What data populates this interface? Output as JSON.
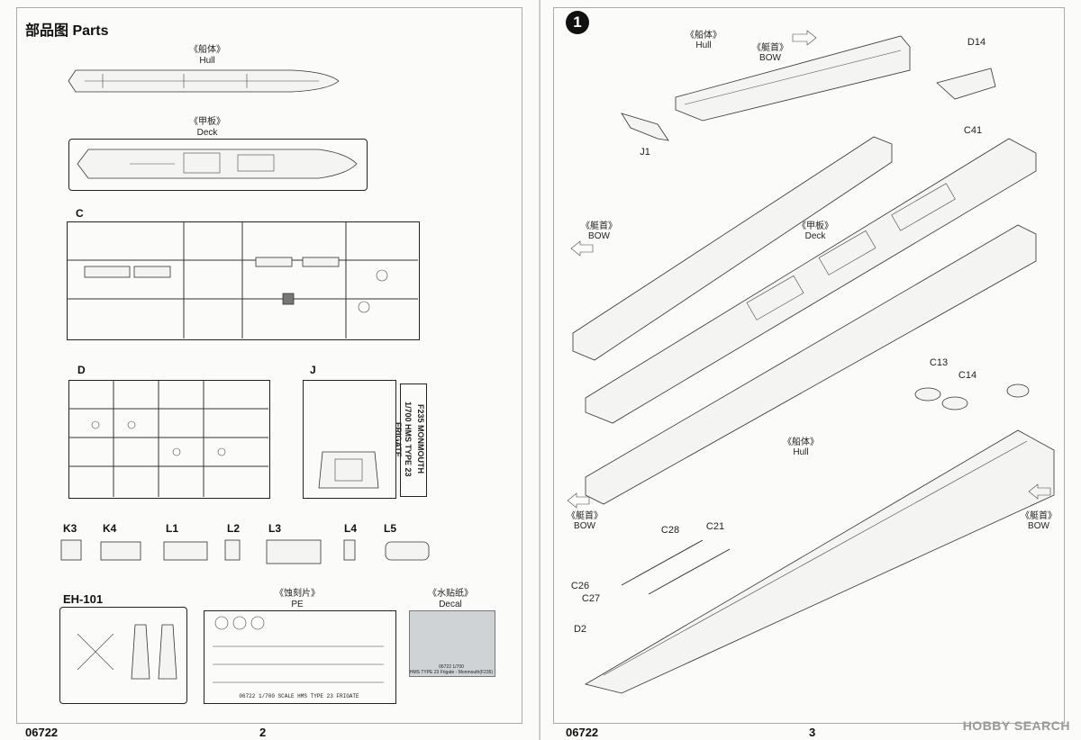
{
  "left_page": {
    "title": "部品图 Parts",
    "hull_label_cn": "《船体》",
    "hull_label_en": "Hull",
    "deck_label_cn": "《甲板》",
    "deck_label_en": "Deck",
    "sprue_c": "C",
    "sprue_d": "D",
    "sprue_j": "J",
    "side_text_1": "1/700 HMS TYPE 23 FRIGATE",
    "side_text_2": "F235 MONMOUTH",
    "small_parts": [
      "K3",
      "K4",
      "L1",
      "L2",
      "L3",
      "L4",
      "L5"
    ],
    "eh101": "EH-101",
    "pe_cn": "《蚀刻片》",
    "pe_en": "PE",
    "decal_cn": "《水贴纸》",
    "decal_en": "Decal",
    "decal_caption_1": "06722 1/700",
    "decal_caption_2": "HMS TYPE 23 Frigate - Monmouth(F235)",
    "pe_caption": "06722 1/700 SCALE HMS TYPE 23 FRIGATE",
    "footer_code": "06722",
    "page_number": "2"
  },
  "right_page": {
    "step": "1",
    "hull_label_cn": "《船体》",
    "hull_label_en": "Hull",
    "bow_cn": "《艇首》",
    "bow_en": "BOW",
    "deck_label_cn": "《甲板》",
    "deck_label_en": "Deck",
    "parts": {
      "d14": "D14",
      "c41": "C41",
      "j1": "J1",
      "c13": "C13",
      "c14": "C14",
      "c28": "C28",
      "c21": "C21",
      "c26": "C26",
      "c27": "C27",
      "d2": "D2"
    },
    "footer_code": "06722",
    "page_number": "3",
    "watermark": "HOBBY SEARCH"
  }
}
